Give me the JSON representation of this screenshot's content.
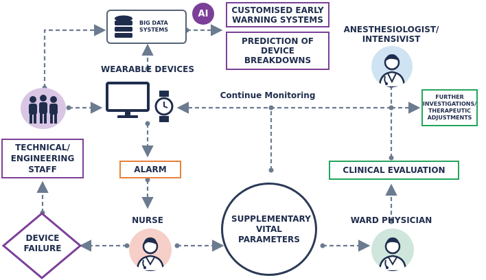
{
  "nodes": {
    "big_data": "BIG DATA SYSTEMS",
    "ai_badge": "AI",
    "early_warning": "CUSTOMISED EARLY WARNING SYSTEMS",
    "prediction": "PREDICTION OF DEVICE BREAKDOWNS",
    "wearable": "WEARABLE DEVICES",
    "anesthesiologist": "ANESTHESIOLOGIST/ INTENSIVIST",
    "continue_monitoring": "Continue Monitoring",
    "further_investigations": "FURTHER INVESTIGATIONS/ THERAPEUTIC ADJUSTMENTS",
    "technical_staff": "TECHNICAL/ ENGINEERING STAFF",
    "alarm": "ALARM",
    "clinical_evaluation": "CLINICAL EVALUATION",
    "nurse": "NURSE",
    "supplementary": "SUPPLEMENTARY VITAL PARAMETERS",
    "ward_physician": "WARD PHYSICIAN",
    "device_failure": "DEVICE FAILURE"
  },
  "colors": {
    "navy": "#1f2d4d",
    "arrow": "#6b7b90",
    "purple": "#7b3f98",
    "orange": "#e8813a",
    "green": "#22a55a",
    "staff_circle": "#d9c6e4",
    "nurse_circle": "#f6cfc9",
    "doctor_circle": "#cfe3f2",
    "ward_circle": "#cfe6dc"
  },
  "icons": [
    "database-icon",
    "monitor-icon",
    "watch-icon",
    "staff-group-icon",
    "doctor-icon",
    "nurse-icon"
  ]
}
